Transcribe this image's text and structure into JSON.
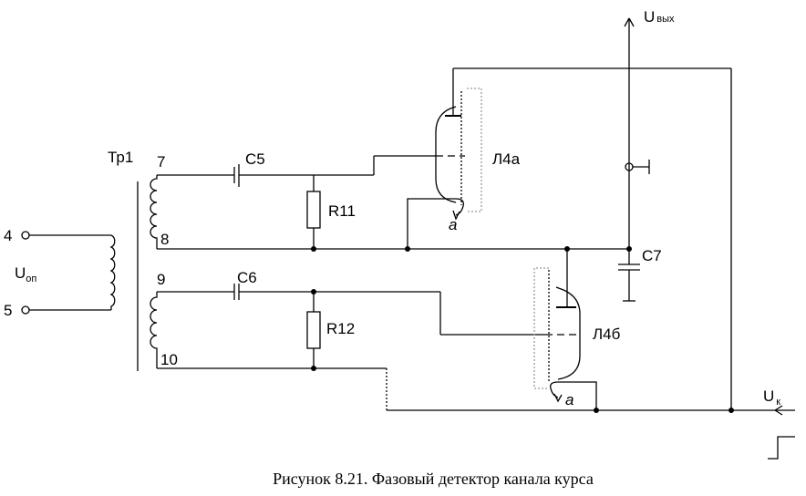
{
  "caption": "Рисунок 8.21. Фазовый детектор канала курса",
  "labels": {
    "transformer": "Тр1",
    "pin4": "4",
    "pin5": "5",
    "pin7": "7",
    "pin8": "8",
    "pin9": "9",
    "pin10": "10",
    "u_ref_main": "U",
    "u_ref_sub": "оп",
    "c5": "C5",
    "c6": "C6",
    "c7": "C7",
    "r11": "R11",
    "r12": "R12",
    "tube_a": "Л4а",
    "tube_b": "Л4б",
    "cathode_a": "a",
    "cathode_b": "a",
    "u_out_main": "U",
    "u_out_sub": "вых",
    "u_k_main": "U",
    "u_k_sub": "к"
  }
}
